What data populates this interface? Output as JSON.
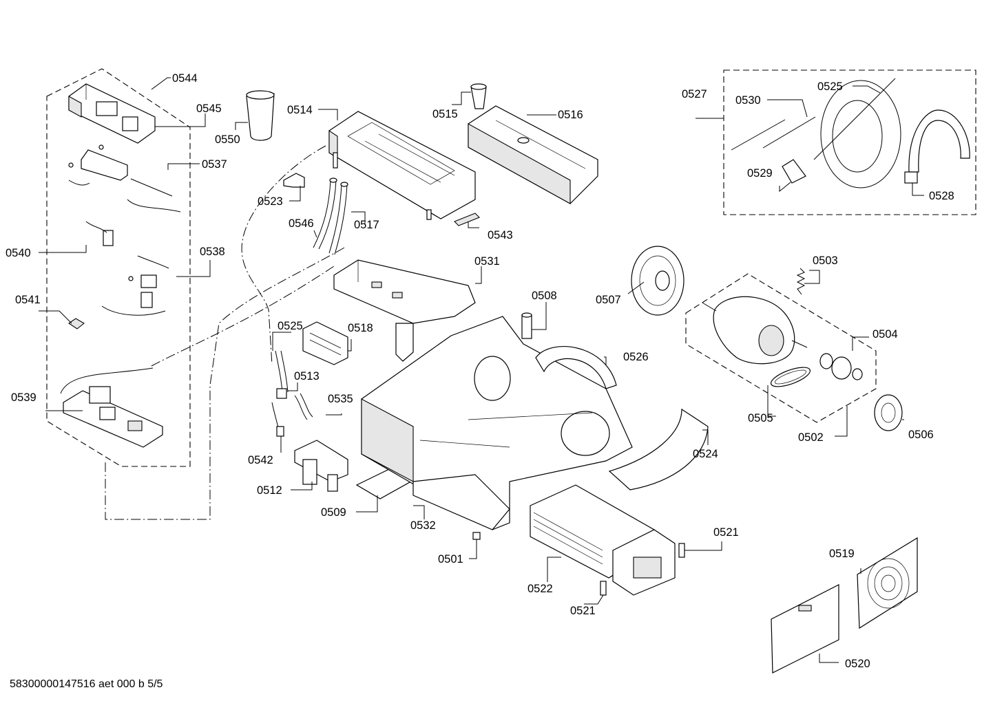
{
  "labels": {
    "l0544": "0544",
    "l0545": "0545",
    "l0537": "0537",
    "l0540": "0540",
    "l0538": "0538",
    "l0541": "0541",
    "l0539": "0539",
    "l0550": "0550",
    "l0514": "0514",
    "l0515": "0515",
    "l0516": "0516",
    "l0523": "0523",
    "l0546": "0546",
    "l0517": "0517",
    "l0543": "0543",
    "l0531": "0531",
    "l0508": "0508",
    "l0525a": "0525",
    "l0518": "0518",
    "l0513": "0513",
    "l0535": "0535",
    "l0542": "0542",
    "l0512": "0512",
    "l0509": "0509",
    "l0532": "0532",
    "l0501": "0501",
    "l0526": "0526",
    "l0524": "0524",
    "l0522": "0522",
    "l0521a": "0521",
    "l0521b": "0521",
    "l0527": "0527",
    "l0530": "0530",
    "l0525b": "0525",
    "l0529": "0529",
    "l0528": "0528",
    "l0507": "0507",
    "l0503": "0503",
    "l0504": "0504",
    "l0505": "0505",
    "l0502": "0502",
    "l0506": "0506",
    "l0519": "0519",
    "l0520": "0520"
  },
  "footer": "58300000147516 aet 000 b 5/5"
}
